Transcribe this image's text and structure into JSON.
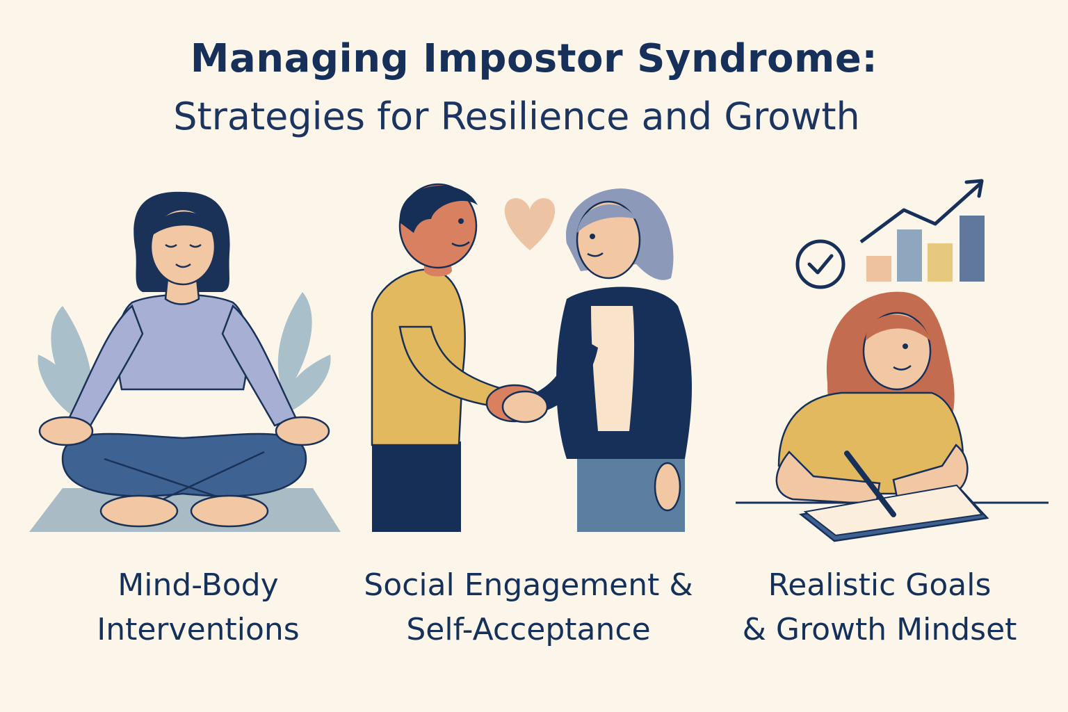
{
  "header": {
    "title": "Managing Impostor Syndrome:",
    "subtitle": "Strategies for Resilience and Growth"
  },
  "strategies": [
    {
      "illustration": "meditating-woman-illustration",
      "caption_line1": "Mind-Body",
      "caption_line2": "Interventions"
    },
    {
      "illustration": "handshake-illustration",
      "caption_line1": "Social Engagement &",
      "caption_line2": "Self-Acceptance"
    },
    {
      "illustration": "journaling-woman-illustration",
      "caption_line1": "Realistic Goals",
      "caption_line2": "& Growth Mindset"
    }
  ],
  "colors": {
    "background": "#fcf6ea",
    "navy": "#16305a",
    "mustard": "#e3b960",
    "lavender": "#a9b1d4",
    "denim": "#3f618f",
    "sage": "#9fb7c3",
    "peach": "#e9c39c",
    "skin": "#f2c7a4",
    "heart": "#ecc3a3"
  }
}
